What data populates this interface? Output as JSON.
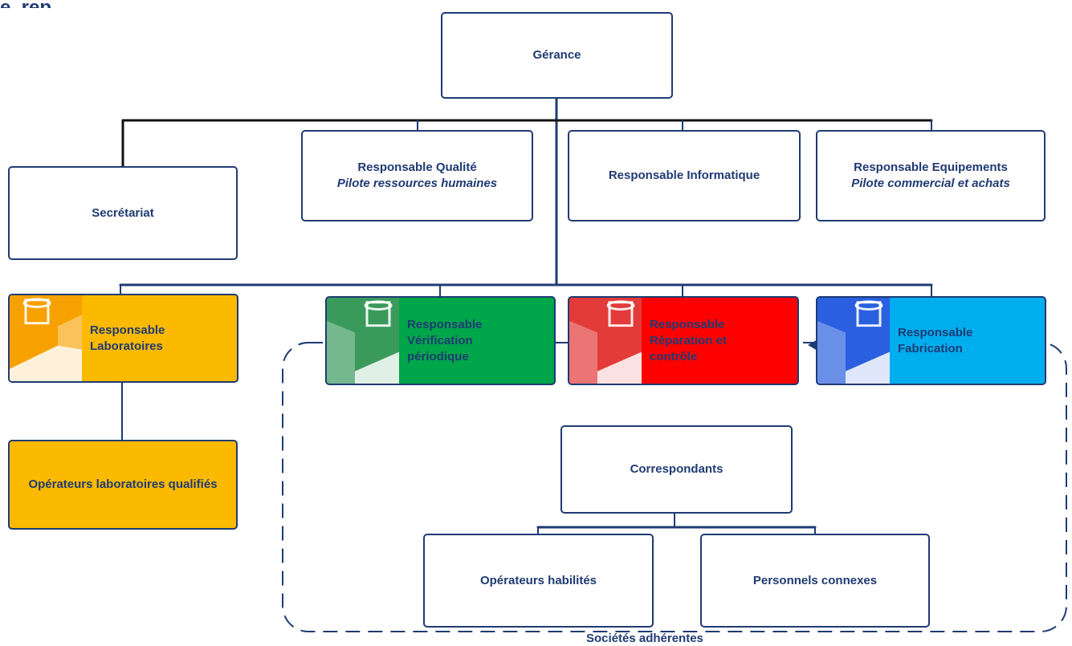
{
  "top_text": "e, rep",
  "colors": {
    "outline": "#1f3b73",
    "laboratoires": "#fbb900",
    "laboratoires_dark": "#f7a100",
    "verification": "#00a64a",
    "verification_dark": "#3a9a5c",
    "reparation": "#ff0000",
    "reparation_dark": "#e33a3a",
    "fabrication": "#00adef",
    "fabrication_dark": "#2a5fe0"
  },
  "nodes": {
    "gerance": {
      "label": "Gérance"
    },
    "secretariat": {
      "label": "Secrétariat"
    },
    "qualite": {
      "label": "Responsable Qualité",
      "sub": "Pilote ressources humaines"
    },
    "informatique": {
      "label": "Responsable Informatique"
    },
    "equipements": {
      "label": "Responsable Equipements",
      "sub": "Pilote commercial et achats"
    },
    "laboratoires": {
      "lines": [
        "Responsable",
        "Laboratoires"
      ],
      "icon": "factory-icon"
    },
    "verification": {
      "lines": [
        "Responsable",
        "Vérification",
        "périodique"
      ],
      "icon": "factory-icon"
    },
    "reparation": {
      "lines": [
        "Responsable",
        "Réparation et",
        "contrôle"
      ],
      "icon": "factory-icon"
    },
    "fabrication": {
      "lines": [
        "Responsable",
        "Fabrication"
      ],
      "icon": "factory-icon"
    },
    "operateurs_labo": {
      "label": "Opérateurs laboratoires qualifiés"
    },
    "correspondants": {
      "label": "Correspondants"
    },
    "operateurs_habilites": {
      "label": "Opérateurs habilités"
    },
    "personnels": {
      "label": "Personnels connexes"
    }
  },
  "group": {
    "label": "Sociétés adhérentes"
  }
}
